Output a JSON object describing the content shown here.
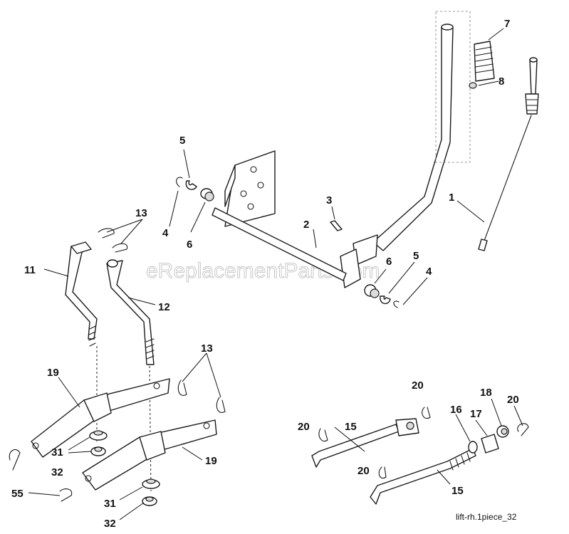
{
  "watermark": "eReplacementParts.com",
  "caption": "lift-rh.1piece_32",
  "callouts": {
    "c1": "1",
    "c2": "2",
    "c3": "3",
    "c4a": "4",
    "c4b": "4",
    "c5a": "5",
    "c5b": "5",
    "c6a": "6",
    "c6b": "6",
    "c7": "7",
    "c8": "8",
    "c11": "11",
    "c12": "12",
    "c13a": "13",
    "c13b": "13",
    "c15a": "15",
    "c15b": "15",
    "c16": "16",
    "c17": "17",
    "c18": "18",
    "c19a": "19",
    "c19b": "19",
    "c20a": "20",
    "c20b": "20",
    "c20c": "20",
    "c20d": "20",
    "c31a": "31",
    "c31b": "31",
    "c32a": "32",
    "c32b": "32",
    "c55": "55"
  }
}
